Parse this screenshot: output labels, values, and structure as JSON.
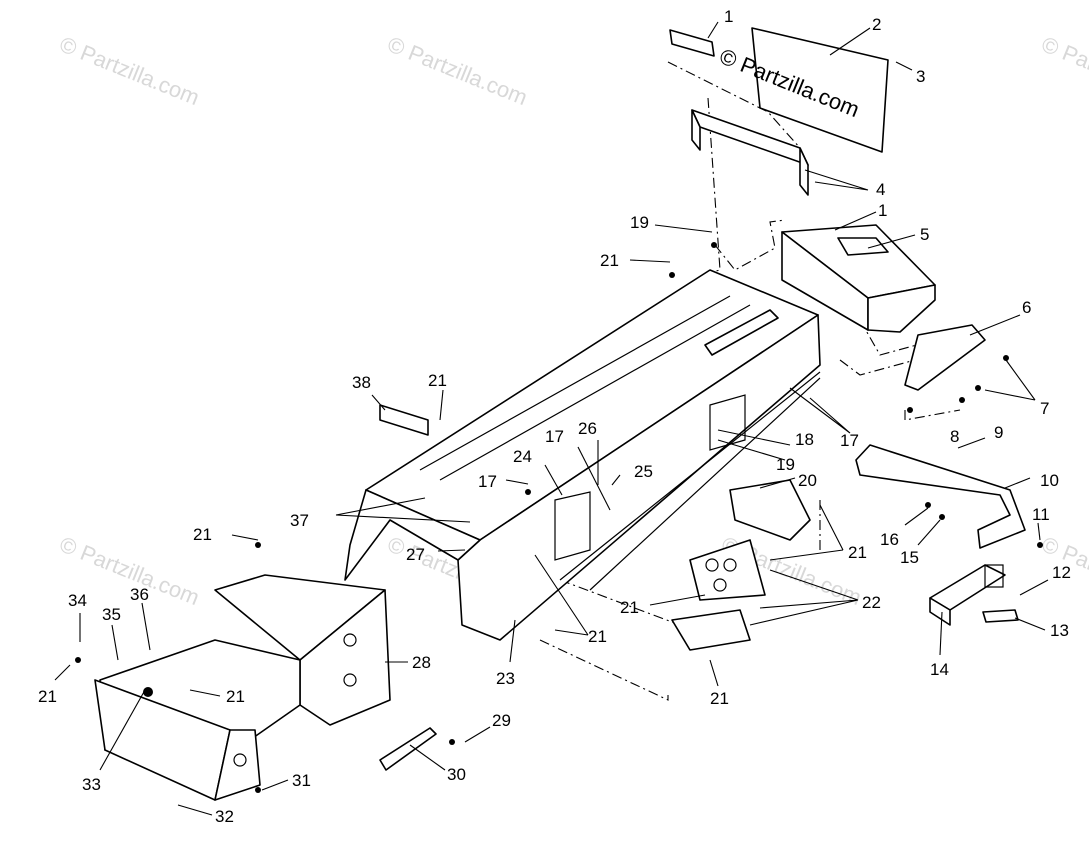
{
  "watermarks": [
    "© Partzilla.com",
    "© Partzilla.com",
    "© Partzilla.com",
    "© Partzilla.com",
    "© Partzilla.com",
    "© Partzilla.com",
    "© Partzilla.com",
    "© Partzilla.com"
  ],
  "callouts": [
    "1",
    "2",
    "3",
    "4",
    "1",
    "5",
    "19",
    "21",
    "6",
    "7",
    "38",
    "21",
    "17",
    "26",
    "8",
    "9",
    "18",
    "24",
    "17",
    "25",
    "19",
    "20",
    "10",
    "37",
    "17",
    "21",
    "11",
    "16",
    "15",
    "27",
    "21",
    "12",
    "22",
    "13",
    "34",
    "36",
    "35",
    "21",
    "28",
    "21",
    "23",
    "21",
    "21",
    "14",
    "21",
    "33",
    "29",
    "30",
    "31",
    "32"
  ],
  "colors": {
    "line": "#000000",
    "watermark": "#d8d8d8",
    "background": "#ffffff"
  }
}
